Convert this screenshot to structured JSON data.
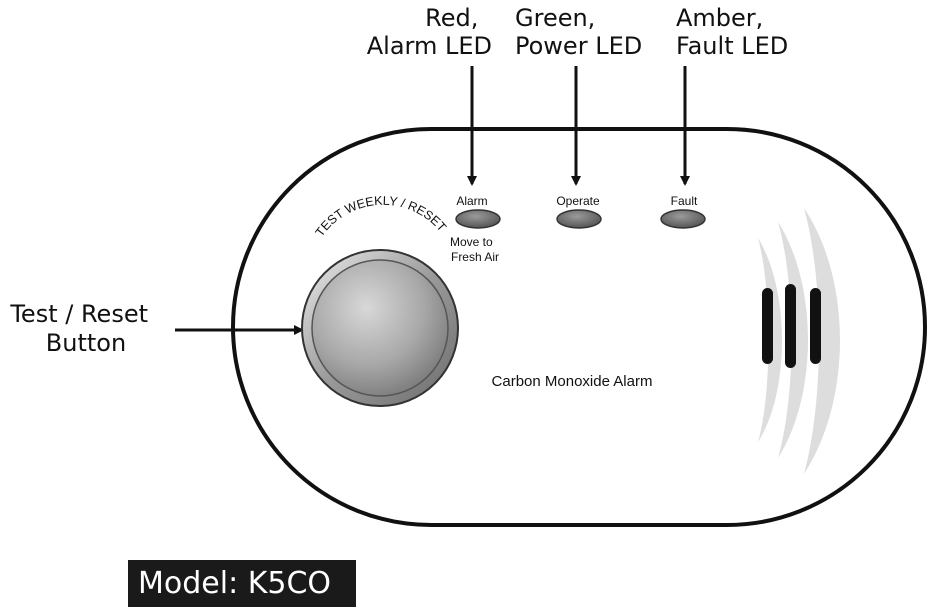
{
  "callouts": {
    "alarm_led": [
      "Red,",
      "Alarm LED"
    ],
    "power_led": [
      "Green,",
      "Power LED"
    ],
    "fault_led": [
      "Amber,",
      "Fault LED"
    ],
    "button": [
      "Test / Reset",
      "Button"
    ]
  },
  "device": {
    "button_arc_label": "TEST WEEKLY / RESET",
    "led_labels": {
      "alarm": "Alarm",
      "operate": "Operate",
      "fault": "Fault"
    },
    "alarm_sublabel": [
      "Move to",
      "Fresh Air"
    ],
    "name": "Carbon Monoxide Alarm"
  },
  "model": "Model: K5CO"
}
